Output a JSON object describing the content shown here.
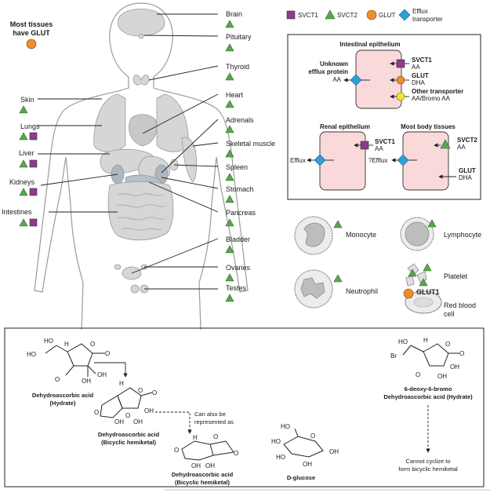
{
  "body_diagram": {
    "most_tissues_note_line1": "Most tissues",
    "most_tissues_note_line2": "have GLUT",
    "organs_right": [
      "Brain",
      "Pituitary",
      "Thyroid",
      "Heart",
      "Adrenals",
      "Skeletal muscle",
      "Spleen",
      "Stomach",
      "Pancreas",
      "Bladder",
      "Ovaries",
      "Testes"
    ],
    "organs_left": [
      "Skin",
      "Lungs",
      "Liver",
      "Kidneys",
      "Intestines"
    ]
  },
  "legend": {
    "svct1": "SVCT1",
    "svct2": "SVCT2",
    "glut": "GLUT",
    "efflux_line1": "Efflux",
    "efflux_line2": "transporter",
    "colors": {
      "svct1": "#8e3a8f",
      "svct2": "#58a84c",
      "glut": "#ef8d2a",
      "efflux": "#2d9fd9",
      "other": "#f3e52e",
      "cell": "#f9d9d9"
    }
  },
  "epithelia": {
    "intestinal_title": "Intestinal epithelium",
    "unknown_efflux_line1": "Unknown",
    "unknown_efflux_line2": "efflux protein",
    "unknown_efflux_sub": "AA",
    "svct1_label": "SVCT1",
    "svct1_sub": "AA",
    "glut_label": "GLUT",
    "glut_sub": "DHA",
    "other_label": "Other transporter",
    "other_sub": "AA/Bromo AA",
    "renal_title": "Renal epithelium",
    "renal_efflux": "Efflux",
    "renal_svct1": "SVCT1",
    "renal_svct1_sub": "AA",
    "body_title": "Most body tissues",
    "body_efflux": "?Efflux",
    "body_svct2": "SVCT2",
    "body_svct2_sub": "AA",
    "body_glut": "GLUT",
    "body_glut_sub": "DHA"
  },
  "blood_cells": {
    "monocyte": "Monocyte",
    "lymphocyte": "Lymphocyte",
    "neutrophil": "Neutrophil",
    "platelet": "Platelet",
    "glut1": "GLUT1",
    "rbc_line1": "Red blood",
    "rbc_line2": "cell"
  },
  "chemistry": {
    "dha_hydrate_line1": "Dehydroascorbic acid",
    "dha_hydrate_line2": "(Hydrate)",
    "dha_bicyclic_line1": "Dehydroascorbic acid",
    "dha_bicyclic_line2": "(Bicyclic hemiketal)",
    "alt_note_line1": "Can also be",
    "alt_note_line2": "represented as",
    "dha_bicyclic2_line1": "Dehydroascorbic acid",
    "dha_bicyclic2_line2": "(Bicyclic hemiketal)",
    "glucose": "D-glucose",
    "bromo_line1": "6-deoxy-6-bromo",
    "bromo_line2": "Dehydroascorbic acid (Hydrate)",
    "cannot_line1": "Cannot cyclize to",
    "cannot_line2": "form bicyclic hemiketal",
    "atoms": {
      "HO": "HO",
      "OH": "OH",
      "O": "O",
      "H": "H",
      "Br": "Br"
    }
  }
}
